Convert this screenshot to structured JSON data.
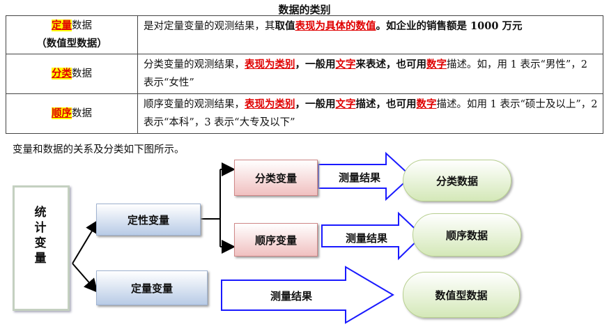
{
  "title": "数据的类别",
  "rows": [
    {
      "label_hl": "定量",
      "label_rest": "数据",
      "label_sub": "（数值型数据）",
      "desc_1": "是对定量变量的观测结果，其",
      "desc_2": "取值",
      "desc_3": "表现为具体的数值",
      "desc_4": "。如企业的销售额是 1000 万元"
    },
    {
      "label_hl": "分类",
      "label_rest": "数据",
      "desc_1": "分类变量的观测结果，",
      "desc_2": "表现为类别",
      "desc_3": "，一般用",
      "desc_4": "文字",
      "desc_5": "来表述，也可用",
      "desc_6": "数字",
      "desc_7": "描述。如，用 1 表示“男性”，2 表示“女性”"
    },
    {
      "label_hl": "顺序",
      "label_rest": "数据",
      "desc_1": "顺序变量的观测结果，",
      "desc_2": "表现为类别",
      "desc_3": "，一般用",
      "desc_4": "文字",
      "desc_5": "描述，也可用",
      "desc_6": "数字",
      "desc_7": "描述。如用 1 表示“硕士及以上”，2 表示“本科”，3 表示“大专及以下”"
    }
  ],
  "caption": "变量和数据的关系及分类如下图所示。",
  "diagram": {
    "root": "统计变量",
    "qualitative": "定性变量",
    "quantitative": "定量变量",
    "categorical_var": "分类变量",
    "ordinal_var": "顺序变量",
    "measure_label": "测量结果",
    "categorical_data": "分类数据",
    "ordinal_data": "顺序数据",
    "numeric_data": "数值型数据"
  }
}
